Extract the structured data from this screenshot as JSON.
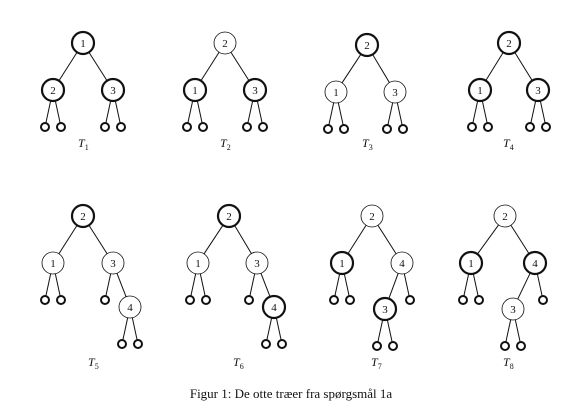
{
  "caption": "Figur 1: De otte træer fra spørgsmål 1a",
  "trees": [
    {
      "label_base": "T",
      "label_sub": "1",
      "nodes": [
        {
          "id": "a",
          "key": "1",
          "black": true
        },
        {
          "id": "b",
          "key": "2",
          "black": true,
          "parent": "a",
          "side": "left"
        },
        {
          "id": "c",
          "key": "3",
          "black": true,
          "parent": "a",
          "side": "right"
        }
      ]
    },
    {
      "label_base": "T",
      "label_sub": "2",
      "nodes": [
        {
          "id": "a",
          "key": "2",
          "black": false
        },
        {
          "id": "b",
          "key": "1",
          "black": true,
          "parent": "a",
          "side": "left"
        },
        {
          "id": "c",
          "key": "3",
          "black": true,
          "parent": "a",
          "side": "right"
        }
      ]
    },
    {
      "label_base": "T",
      "label_sub": "3",
      "nodes": [
        {
          "id": "a",
          "key": "2",
          "black": true
        },
        {
          "id": "b",
          "key": "1",
          "black": false,
          "parent": "a",
          "side": "left"
        },
        {
          "id": "c",
          "key": "3",
          "black": false,
          "parent": "a",
          "side": "right"
        }
      ]
    },
    {
      "label_base": "T",
      "label_sub": "4",
      "nodes": [
        {
          "id": "a",
          "key": "2",
          "black": true
        },
        {
          "id": "b",
          "key": "1",
          "black": true,
          "parent": "a",
          "side": "left"
        },
        {
          "id": "c",
          "key": "3",
          "black": true,
          "parent": "a",
          "side": "right"
        }
      ]
    },
    {
      "label_base": "T",
      "label_sub": "5",
      "nodes": [
        {
          "id": "a",
          "key": "2",
          "black": true
        },
        {
          "id": "b",
          "key": "1",
          "black": false,
          "parent": "a",
          "side": "left"
        },
        {
          "id": "c",
          "key": "3",
          "black": false,
          "parent": "a",
          "side": "right"
        },
        {
          "id": "d",
          "key": "4",
          "black": false,
          "parent": "c",
          "side": "right"
        }
      ]
    },
    {
      "label_base": "T",
      "label_sub": "6",
      "nodes": [
        {
          "id": "a",
          "key": "2",
          "black": true
        },
        {
          "id": "b",
          "key": "1",
          "black": false,
          "parent": "a",
          "side": "left"
        },
        {
          "id": "c",
          "key": "3",
          "black": false,
          "parent": "a",
          "side": "right"
        },
        {
          "id": "d",
          "key": "4",
          "black": true,
          "parent": "c",
          "side": "right"
        }
      ]
    },
    {
      "label_base": "T",
      "label_sub": "7",
      "nodes": [
        {
          "id": "a",
          "key": "2",
          "black": false
        },
        {
          "id": "b",
          "key": "1",
          "black": true,
          "parent": "a",
          "side": "left"
        },
        {
          "id": "c",
          "key": "4",
          "black": false,
          "parent": "a",
          "side": "right"
        },
        {
          "id": "d",
          "key": "3",
          "black": true,
          "parent": "c",
          "side": "left"
        }
      ]
    },
    {
      "label_base": "T",
      "label_sub": "8",
      "nodes": [
        {
          "id": "a",
          "key": "2",
          "black": false
        },
        {
          "id": "b",
          "key": "1",
          "black": true,
          "parent": "a",
          "side": "left"
        },
        {
          "id": "c",
          "key": "4",
          "black": true,
          "parent": "a",
          "side": "right"
        },
        {
          "id": "d",
          "key": "3",
          "black": false,
          "parent": "c",
          "side": "left"
        }
      ]
    }
  ]
}
